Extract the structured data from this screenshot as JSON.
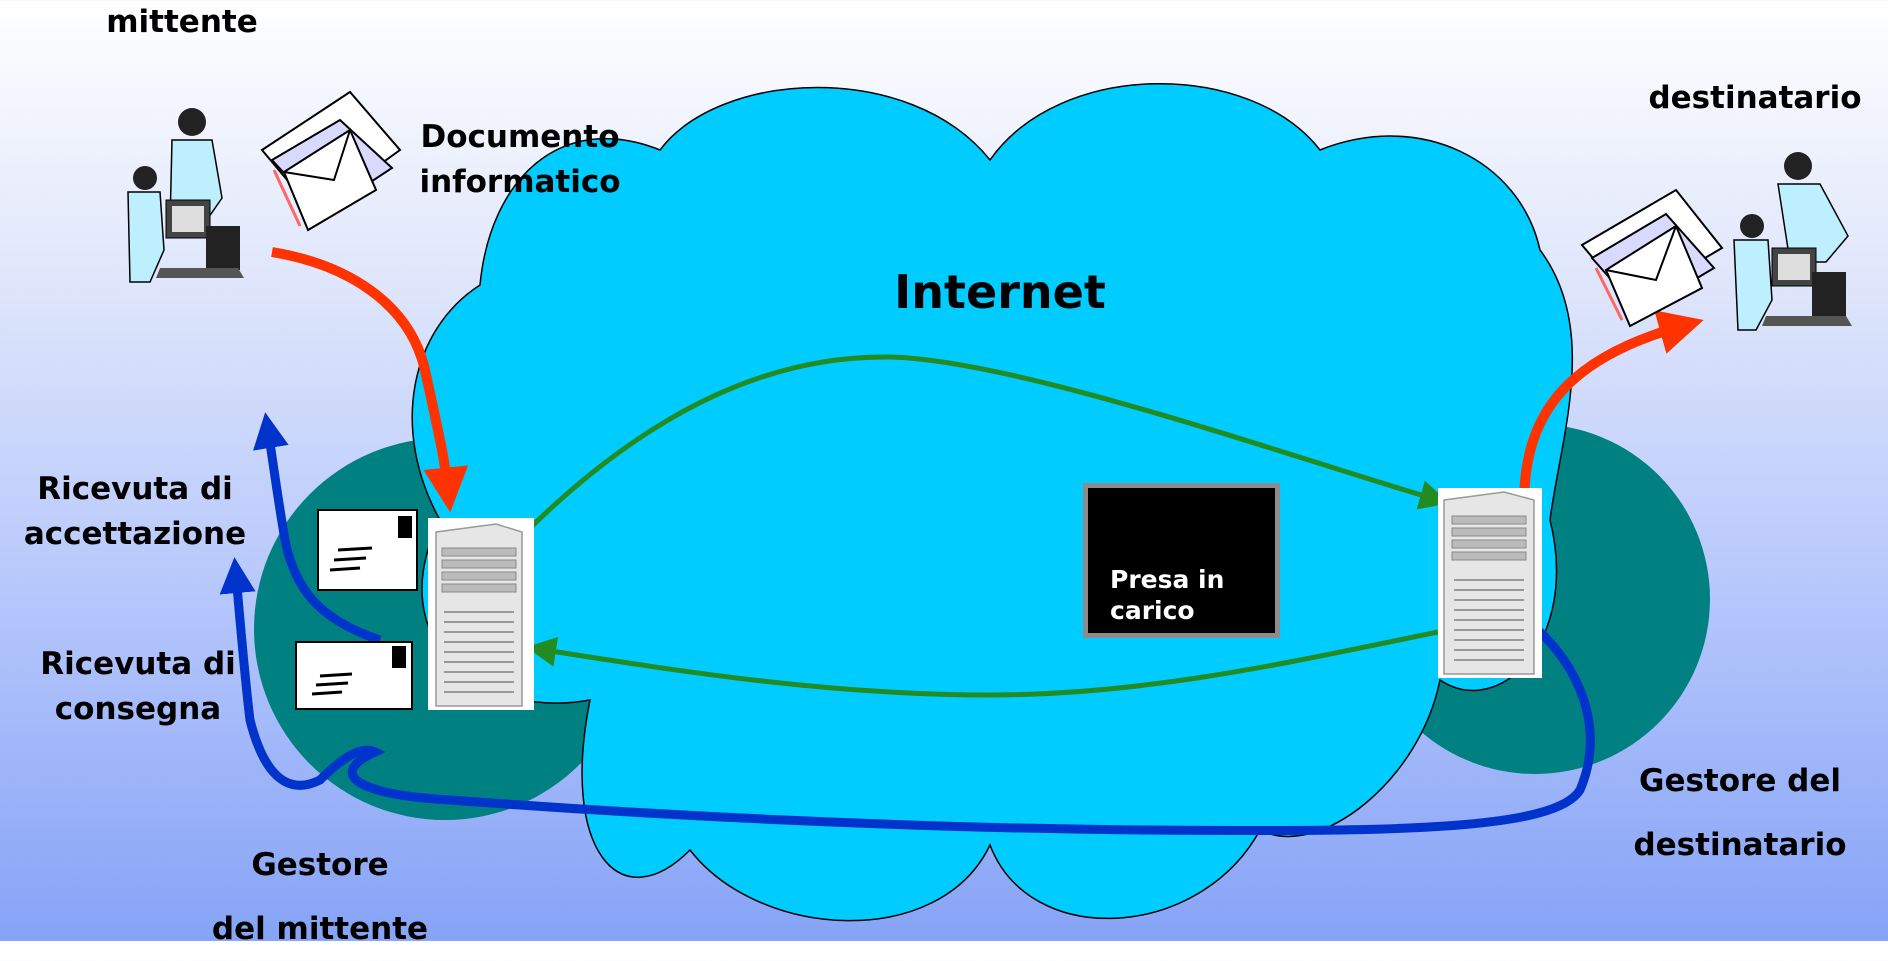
{
  "labels": {
    "sender": "mittente",
    "document": [
      "Documento",
      "informatico"
    ],
    "recipient": "destinatario",
    "internet": "Internet",
    "acceptance_receipt": [
      "Ricevuta di",
      "accettazione"
    ],
    "delivery_receipt": [
      "Ricevuta di",
      "consegna"
    ],
    "sender_provider": [
      "Gestore",
      "del mittente"
    ],
    "recipient_provider": [
      "Gestore del",
      "destinatario"
    ],
    "taken_in_charge": [
      "Presa in",
      "carico"
    ]
  },
  "colors": {
    "cloud": "#00ccff",
    "provider_circle": "#008080",
    "arrow_send": "#ff3300",
    "arrow_transfer": "#228b22",
    "arrow_receipt": "#0033cc"
  }
}
